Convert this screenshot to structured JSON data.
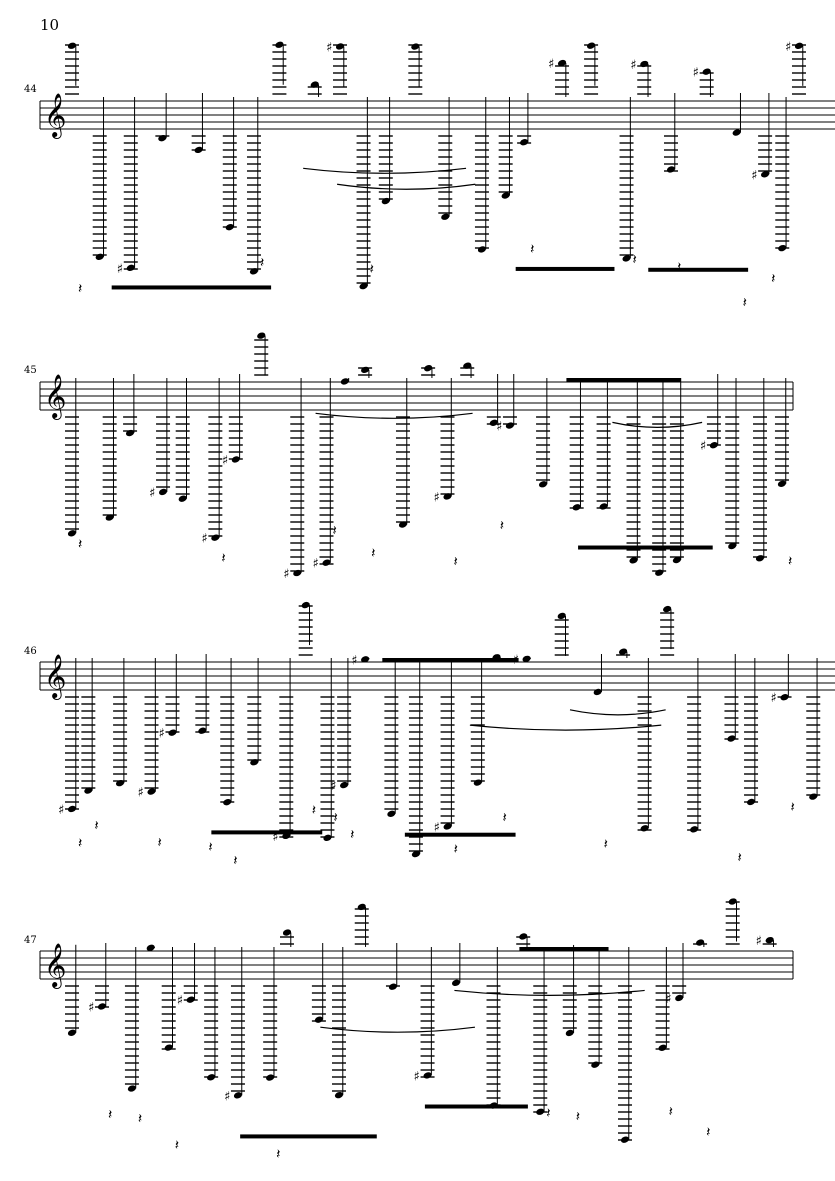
{
  "page": {
    "number": "10"
  },
  "systems": [
    {
      "measure": "44"
    },
    {
      "measure": "45"
    },
    {
      "measure": "46"
    },
    {
      "measure": "47"
    }
  ],
  "colors": {
    "ink": "#000000",
    "paper": "#ffffff"
  }
}
